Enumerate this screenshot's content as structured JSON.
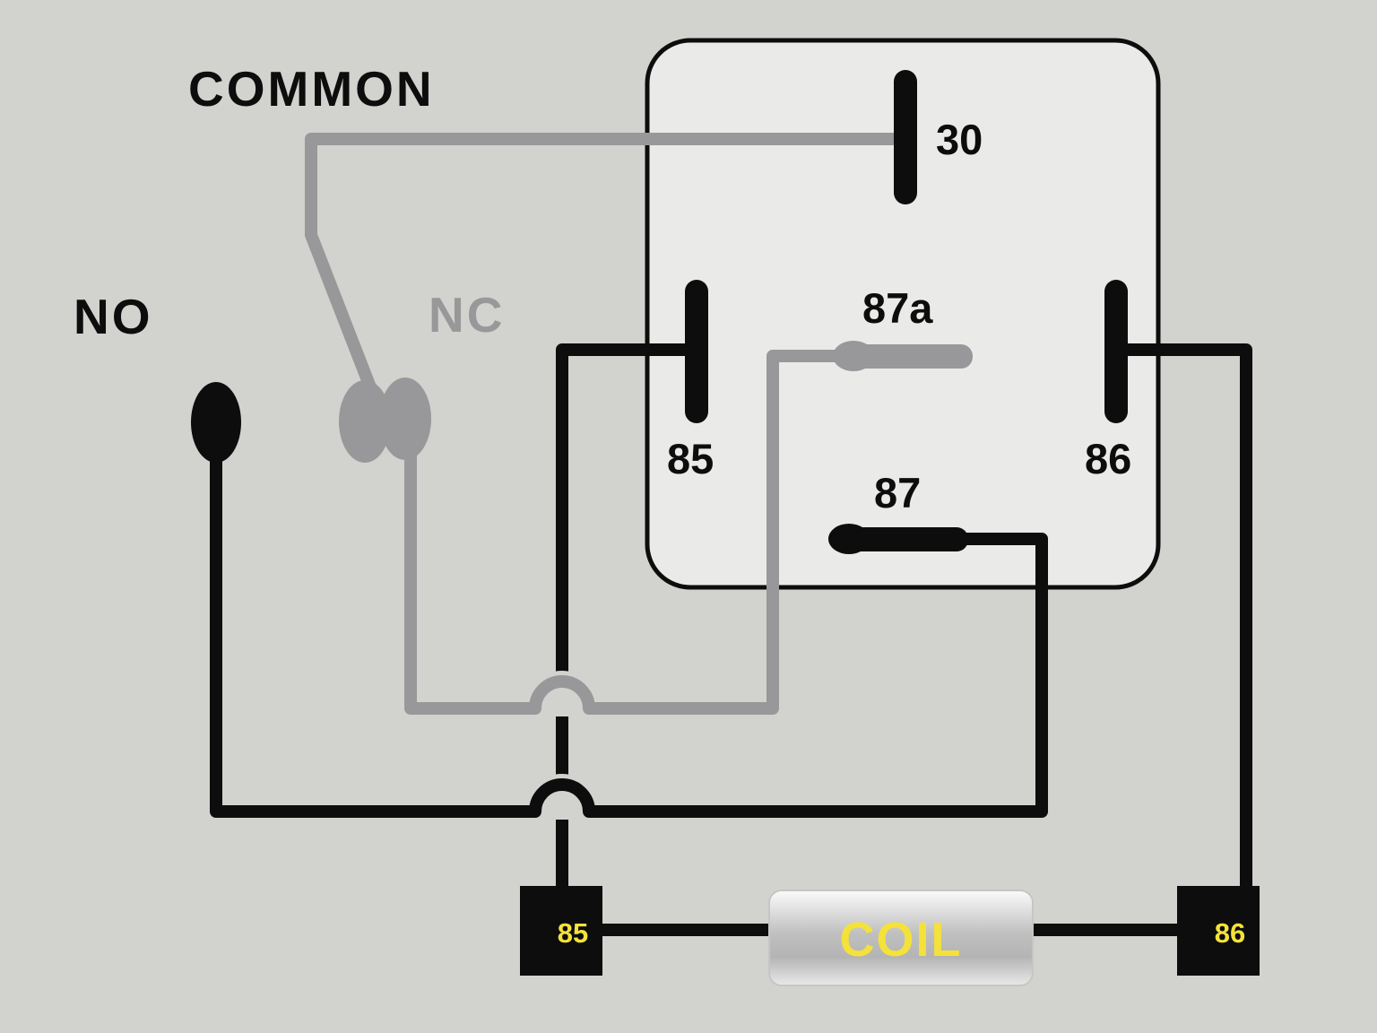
{
  "labels": {
    "common": "COMMON",
    "no": "NO",
    "nc": "NC"
  },
  "pins": {
    "p30": "30",
    "p85": "85",
    "p87a": "87a",
    "p86": "86",
    "p87": "87"
  },
  "bottom": {
    "terminal_85": "85",
    "coil": "COIL",
    "terminal_86": "86"
  },
  "colors": {
    "background": "#d2d2ce",
    "relay_body": "#eaeae8",
    "wire_black": "#0d0d0d",
    "wire_gray": "#98989a",
    "label_yellow": "#f4e23a"
  }
}
